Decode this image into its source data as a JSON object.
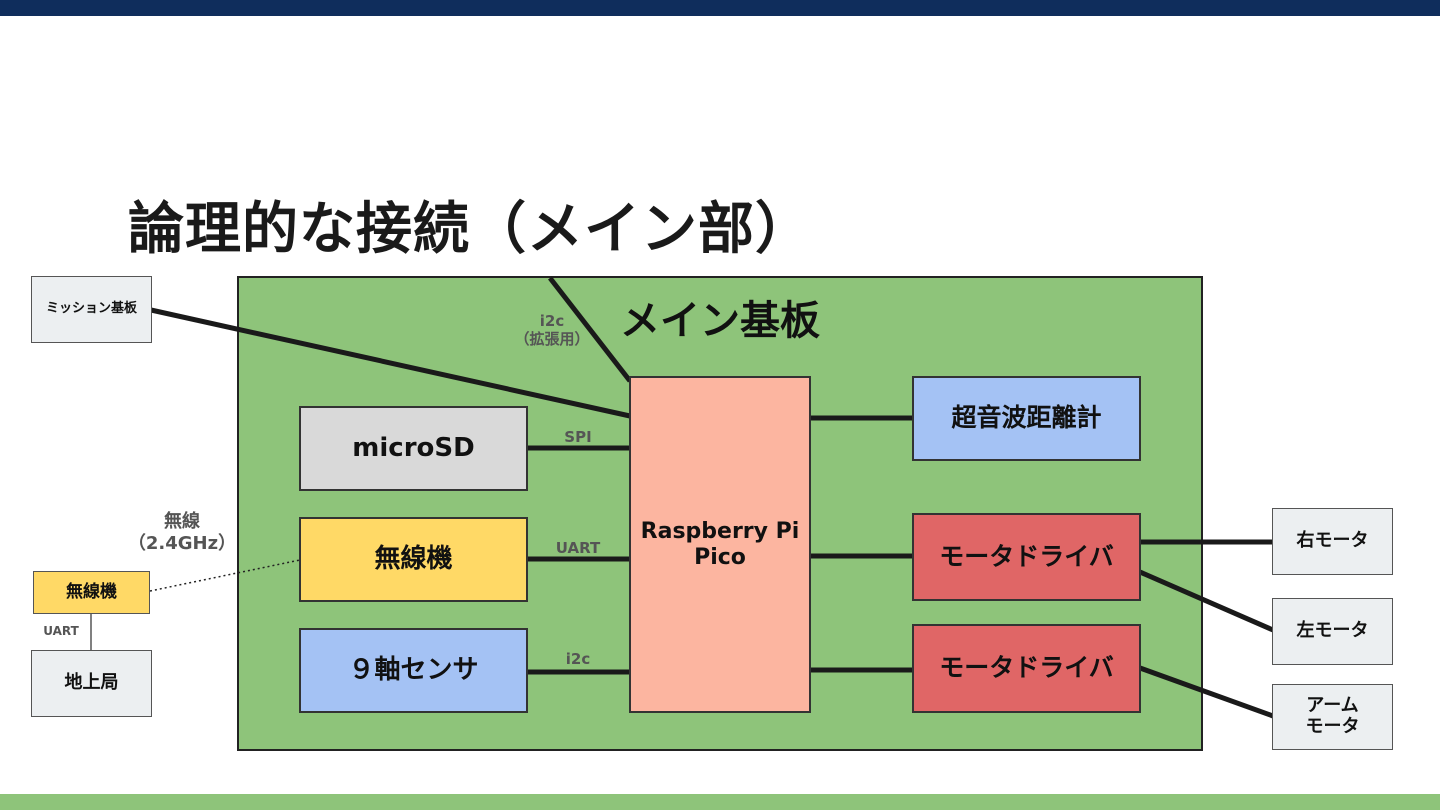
{
  "title": "論理的な接続（メイン部）",
  "main_board": {
    "title": "メイン基板",
    "pico": "Raspberry Pi\nPico",
    "microsd": "microSD",
    "radio": "無線機",
    "imu": "９軸センサ",
    "ultrasonic": "超音波距離計",
    "motor_driver_1": "モータドライバ",
    "motor_driver_2": "モータドライバ"
  },
  "external": {
    "mission_board": "ミッション基板",
    "radio": "無線機",
    "ground_station": "地上局",
    "right_motor": "右モータ",
    "left_motor": "左モータ",
    "arm_motor": "アーム\nモータ"
  },
  "labels": {
    "i2c_expansion": "i2c\n（拡張用）",
    "spi": "SPI",
    "uart": "UART",
    "i2c": "i2c",
    "wireless": "無線\n（2.4GHz）",
    "uart_ground": "UART"
  },
  "colors": {
    "header_bar": "#0f2d5c",
    "footer_bar": "#8ec47a",
    "board": "#8ec47a",
    "pico": "#fcb5a0",
    "motor_driver": "#e06666",
    "radio": "#ffd966",
    "sensor": "#a4c2f4",
    "storage": "#d9d9d9"
  }
}
